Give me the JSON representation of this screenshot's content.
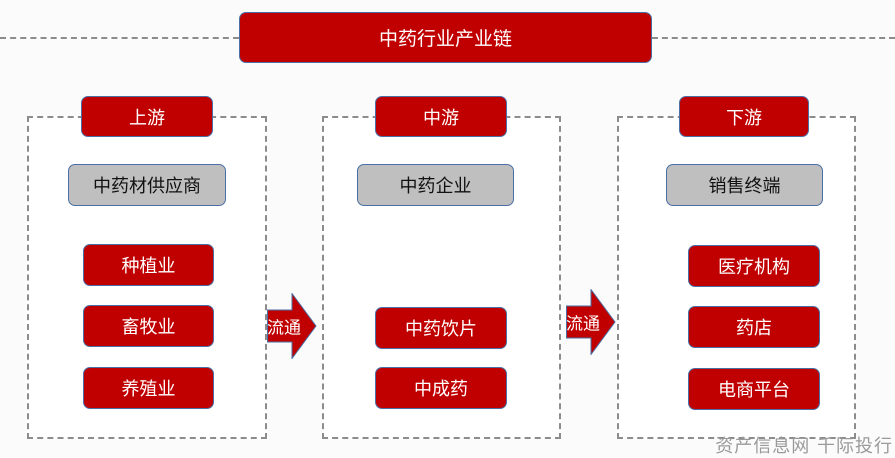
{
  "title": "中药行业产业链",
  "columns": [
    {
      "header": "上游",
      "category": "中药材供应商",
      "items": [
        "种植业",
        "畜牧业",
        "养殖业"
      ]
    },
    {
      "header": "中游",
      "category": "中药企业",
      "items": [
        "中药饮片",
        "中成药"
      ]
    },
    {
      "header": "下游",
      "category": "销售终端",
      "items": [
        "医疗机构",
        "药店",
        "电商平台"
      ]
    }
  ],
  "arrows": [
    "流通",
    "流通"
  ],
  "watermark": "资产信息网 千际投行",
  "colors": {
    "accent": "#c00000",
    "category": "#bfbfbf",
    "border": "#4a6fa5"
  }
}
